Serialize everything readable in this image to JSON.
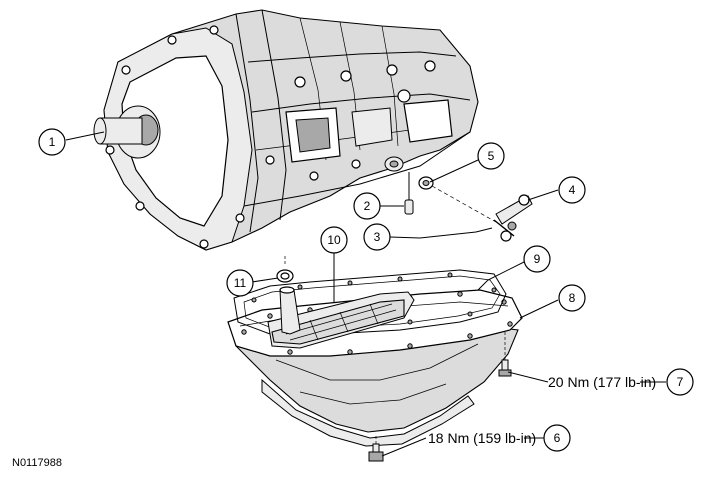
{
  "figure_id": "N0117988",
  "callouts": {
    "c1": "1",
    "c2": "2",
    "c3": "3",
    "c4": "4",
    "c5": "5",
    "c6": "6",
    "c7": "7",
    "c8": "8",
    "c9": "9",
    "c10": "10",
    "c11": "11"
  },
  "torque": {
    "t6": "18 Nm (159 lb-in)",
    "t7": "20 Nm (177 lb-in)"
  }
}
